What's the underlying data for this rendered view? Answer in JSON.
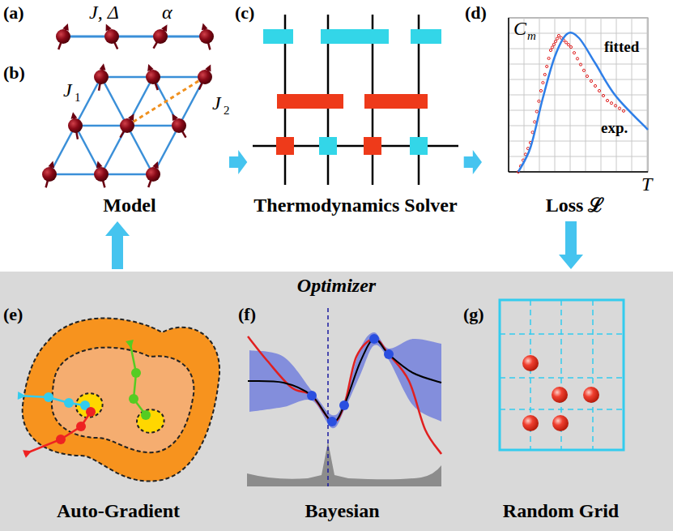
{
  "diagram": {
    "nodes": [
      {
        "text": [
          "Model"
        ]
      },
      {
        "text": [
          "Thermodynamics Solver"
        ]
      },
      {
        "text": [
          "Loss ℒ"
        ]
      },
      {
        "text": [
          "Optimizer"
        ]
      },
      {
        "text": [
          "Auto-Gradient"
        ],
        "in": 3
      },
      {
        "text": [
          "Bayesian"
        ],
        "in": 3
      },
      {
        "text": [
          "Random Grid"
        ],
        "in": 3
      }
    ],
    "edges": [
      {
        "from": 0,
        "to": 1,
        "arrow": "to"
      },
      {
        "from": 1,
        "to": 2,
        "arrow": "to"
      },
      {
        "from": 2,
        "to": 3,
        "arrow": "to"
      },
      {
        "from": 3,
        "to": 0,
        "arrow": "to"
      }
    ],
    "labels": [
      "(a)",
      "J, Δ",
      "α",
      "(b)",
      "J",
      "1",
      "J",
      "2",
      "(c)",
      "(d)",
      "C",
      "m",
      "fitted",
      "exp.",
      "T",
      "(e)",
      "(f)",
      "(g)"
    ]
  }
}
